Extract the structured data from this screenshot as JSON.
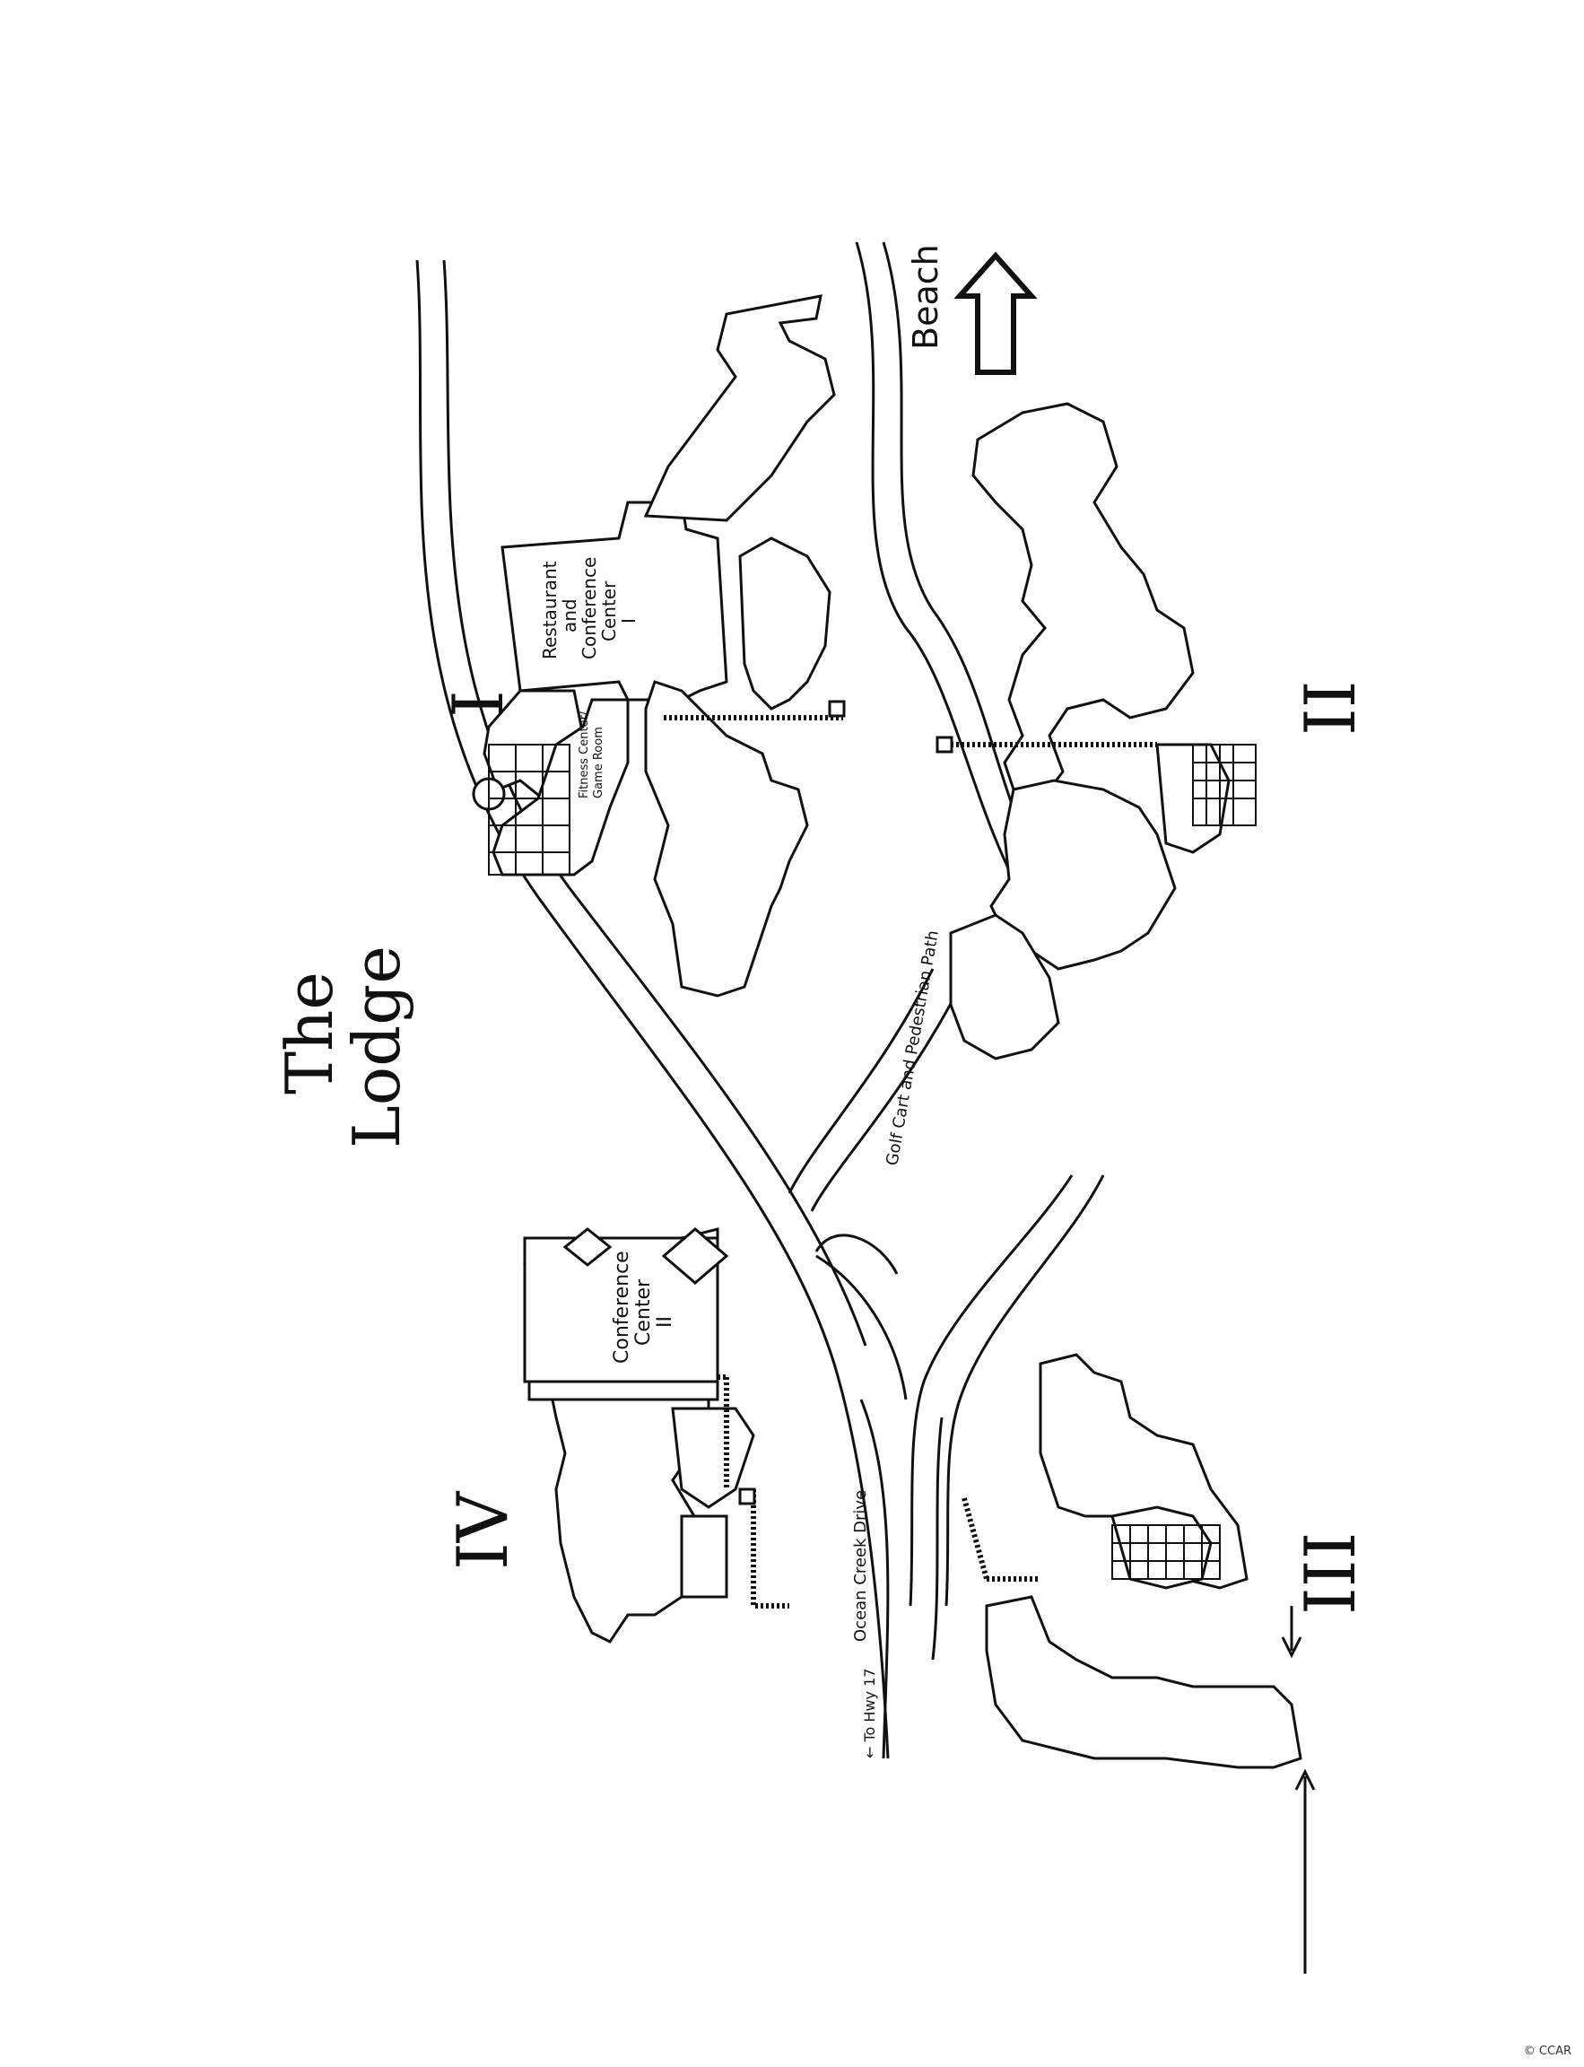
{
  "title": "The Lodge",
  "title_line1": "The",
  "title_line2": "Lodge",
  "sections": {
    "one": "I",
    "two": "II",
    "three": "III",
    "four": "IV"
  },
  "labels": {
    "beach": "Beach",
    "restaurant_line1": "Restaurant",
    "restaurant_line2": "and",
    "restaurant_line3": "Conference",
    "restaurant_line4": "Center",
    "restaurant_line5": "I",
    "fitness_line1": "Fitness Center/",
    "fitness_line2": "Game Room",
    "conf2_line1": "Conference",
    "conf2_line2": "Center",
    "conf2_line3": "II",
    "golf_path": "Golf Cart and Pedestrian Path",
    "ocean_creek": "Ocean Creek Drive",
    "to_hwy": "← To Hwy 17",
    "watermark": "© CCAR"
  },
  "icons": {
    "beach_arrow": "outlined-arrow-right-icon",
    "entry_arrow": "arrow-up-icon"
  },
  "colors": {
    "ink": "#111111",
    "paper": "#ffffff"
  }
}
